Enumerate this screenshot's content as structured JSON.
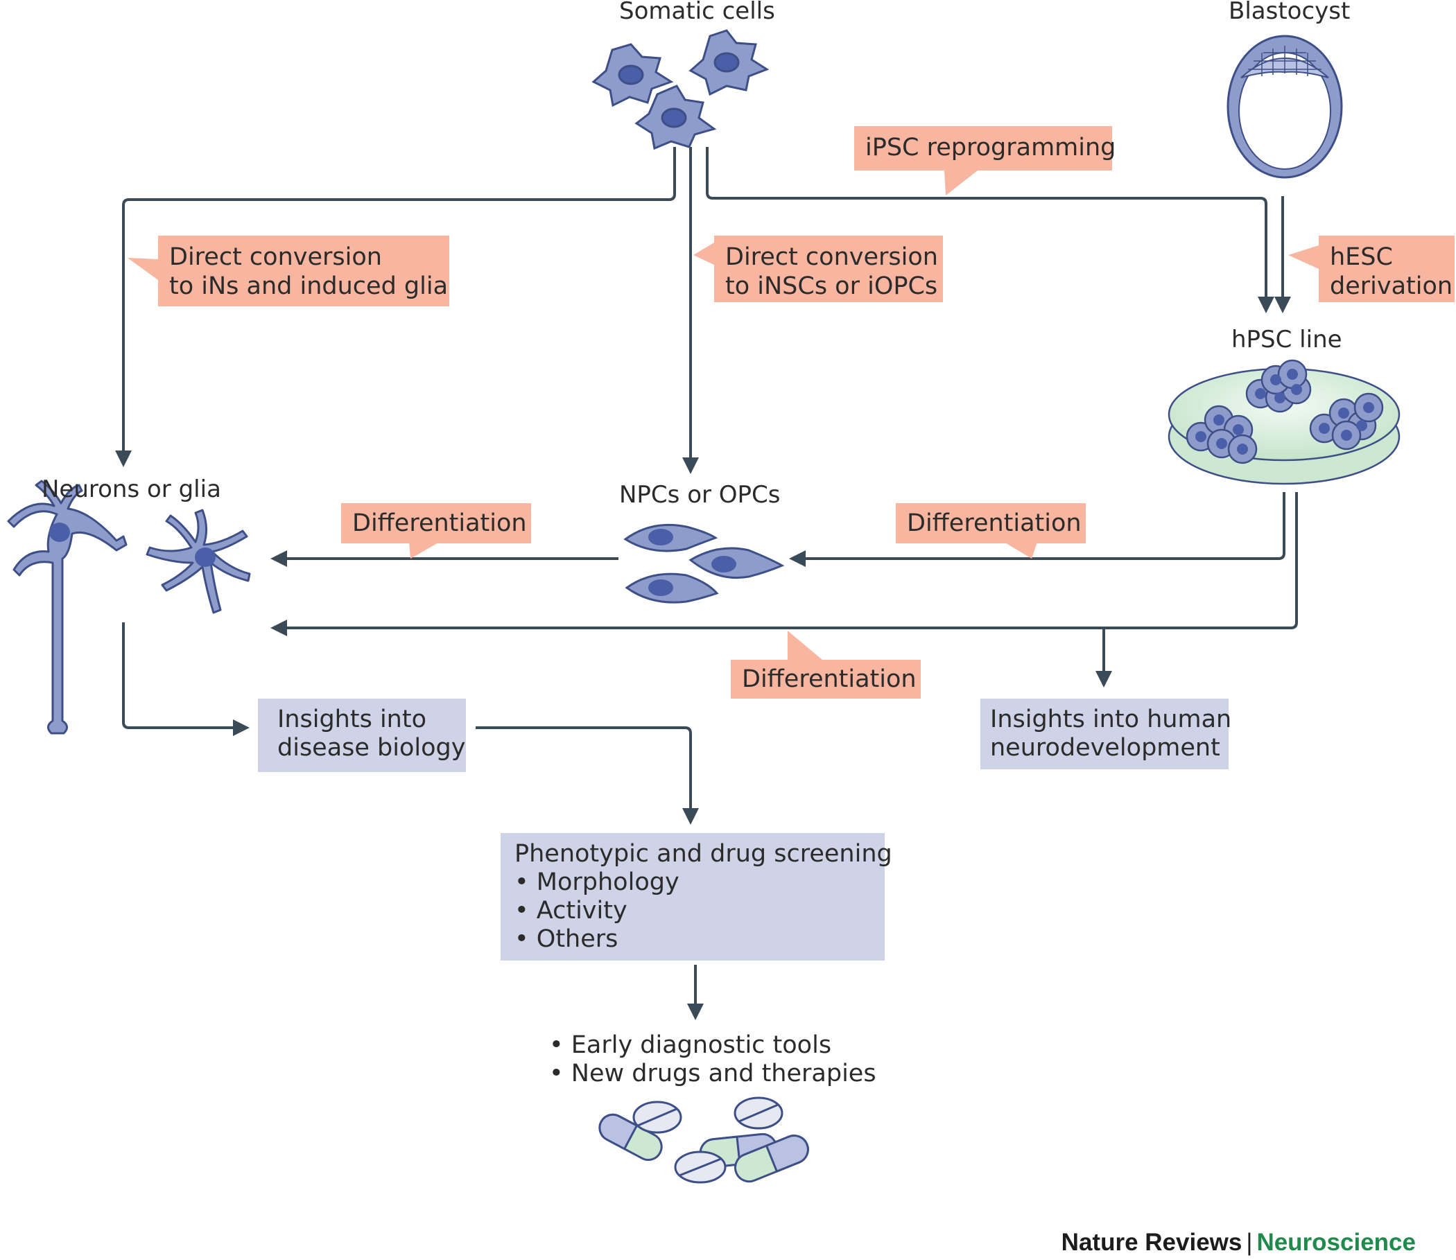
{
  "nodes": {
    "somatic_cells": "Somatic cells",
    "blastocyst": "Blastocyst",
    "hpsc_line": "hPSC line",
    "neurons_or_glia": "Neurons or glia",
    "npcs_or_opcs": "NPCs or OPCs"
  },
  "callouts": {
    "ipsc_reprogramming": "iPSC reprogramming",
    "direct_conversion_neurons": [
      "Direct conversion",
      "to iNs and induced glia"
    ],
    "direct_conversion_progenitors": [
      "Direct conversion",
      "to iNSCs or iOPCs"
    ],
    "hesc_derivation": [
      "hESC",
      "derivation"
    ],
    "differentiation_npc_to_neurons": "Differentiation",
    "differentiation_hpsc_to_npc": "Differentiation",
    "differentiation_hpsc_to_neurons": "Differentiation"
  },
  "outcomes": {
    "disease_biology": [
      "Insights into",
      "disease biology"
    ],
    "neurodevelopment": [
      "Insights into human",
      "neurodevelopment"
    ],
    "screening": {
      "title": "Phenotypic and drug screening",
      "items": [
        "Morphology",
        "Activity",
        "Others"
      ]
    },
    "applications": [
      "Early diagnostic tools",
      "New drugs and therapies"
    ]
  },
  "credit": {
    "journal": "Nature Reviews",
    "separator": "|",
    "section": "Neuroscience"
  },
  "colors": {
    "arrow": "#3a4a57",
    "callout": "#f8b5a0",
    "outcome_box": "#cfd3e7",
    "cell_fill": "#8e9ccc",
    "cell_nucleus": "#4a5fa8",
    "dish_green": "#cde8d2",
    "brand_green": "#1f8a4c"
  }
}
